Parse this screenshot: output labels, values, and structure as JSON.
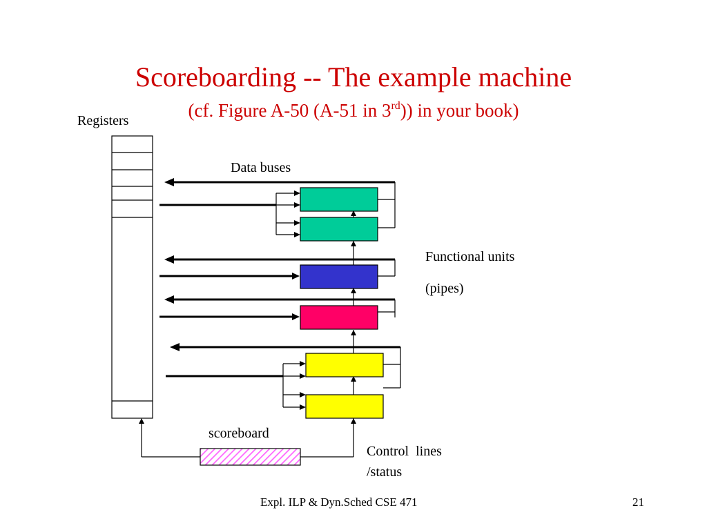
{
  "title": "Scoreboarding -- The example machine",
  "subtitle": {
    "prefix": "(cf. Figure A-50 (A-51 in 3",
    "sup": "rd",
    "suffix": ")) in your book)"
  },
  "labels": {
    "registers": "Registers",
    "data_buses": "Data buses",
    "functional_units": "Functional units",
    "pipes": "(pipes)",
    "scoreboard": "scoreboard",
    "control_lines": "Control  lines",
    "control_status": "/status"
  },
  "footer": {
    "course": "Expl. ILP & Dyn.Sched CSE 471",
    "page_number": "21"
  },
  "colors": {
    "title": "#cc0000",
    "fu_green": "#00cc99",
    "fu_blue": "#3333cc",
    "fu_red": "#ff0066",
    "fu_yellow": "#ffff00",
    "scoreboard_hatch": "#ff66ff"
  }
}
